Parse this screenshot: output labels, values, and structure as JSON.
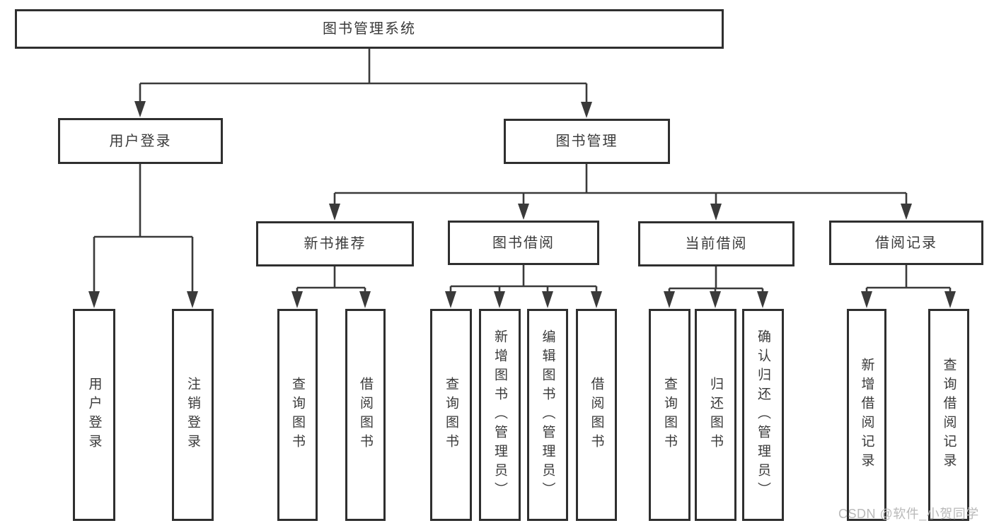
{
  "diagram": {
    "type": "hierarchy-tree",
    "title": "图书管理系统",
    "nodes": {
      "root": "图书管理系统",
      "user_login": "用户登录",
      "book_mgmt": "图书管理",
      "new_book_rec": "新书推荐",
      "book_borrow": "图书借阅",
      "current_borrow": "当前借阅",
      "borrow_record": "借阅记录",
      "leaf_user_login": "用户登录",
      "leaf_logout": "注销登录",
      "leaf_nb_query": "查询图书",
      "leaf_nb_borrow": "借阅图书",
      "leaf_bb_query": "查询图书",
      "leaf_bb_add": "新增图书（管理员）",
      "leaf_bb_edit": "编辑图书（管理员）",
      "leaf_bb_borrow": "借阅图书",
      "leaf_cb_query": "查询图书",
      "leaf_cb_return": "归还图书",
      "leaf_cb_confirm": "确认归还（管理员）",
      "leaf_br_add": "新增借阅记录",
      "leaf_br_query": "查询借阅记录"
    },
    "hierarchy": {
      "图书管理系统": [
        "用户登录",
        "图书管理"
      ],
      "用户登录": [
        "用户登录",
        "注销登录"
      ],
      "图书管理": [
        "新书推荐",
        "图书借阅",
        "当前借阅",
        "借阅记录"
      ],
      "新书推荐": [
        "查询图书",
        "借阅图书"
      ],
      "图书借阅": [
        "查询图书",
        "新增图书（管理员）",
        "编辑图书（管理员）",
        "借阅图书"
      ],
      "当前借阅": [
        "查询图书",
        "归还图书",
        "确认归还（管理员）"
      ],
      "借阅记录": [
        "新增借阅记录",
        "查询借阅记录"
      ]
    }
  },
  "watermark": {
    "text": "CSDN @软件_小贺同学"
  },
  "colors": {
    "line": "#3a3a3a",
    "box_border": "#2f2f2f",
    "box_fill": "#ffffff",
    "text": "#3a3a3a",
    "background": "#ffffff",
    "watermark": "#b9b9b9"
  }
}
